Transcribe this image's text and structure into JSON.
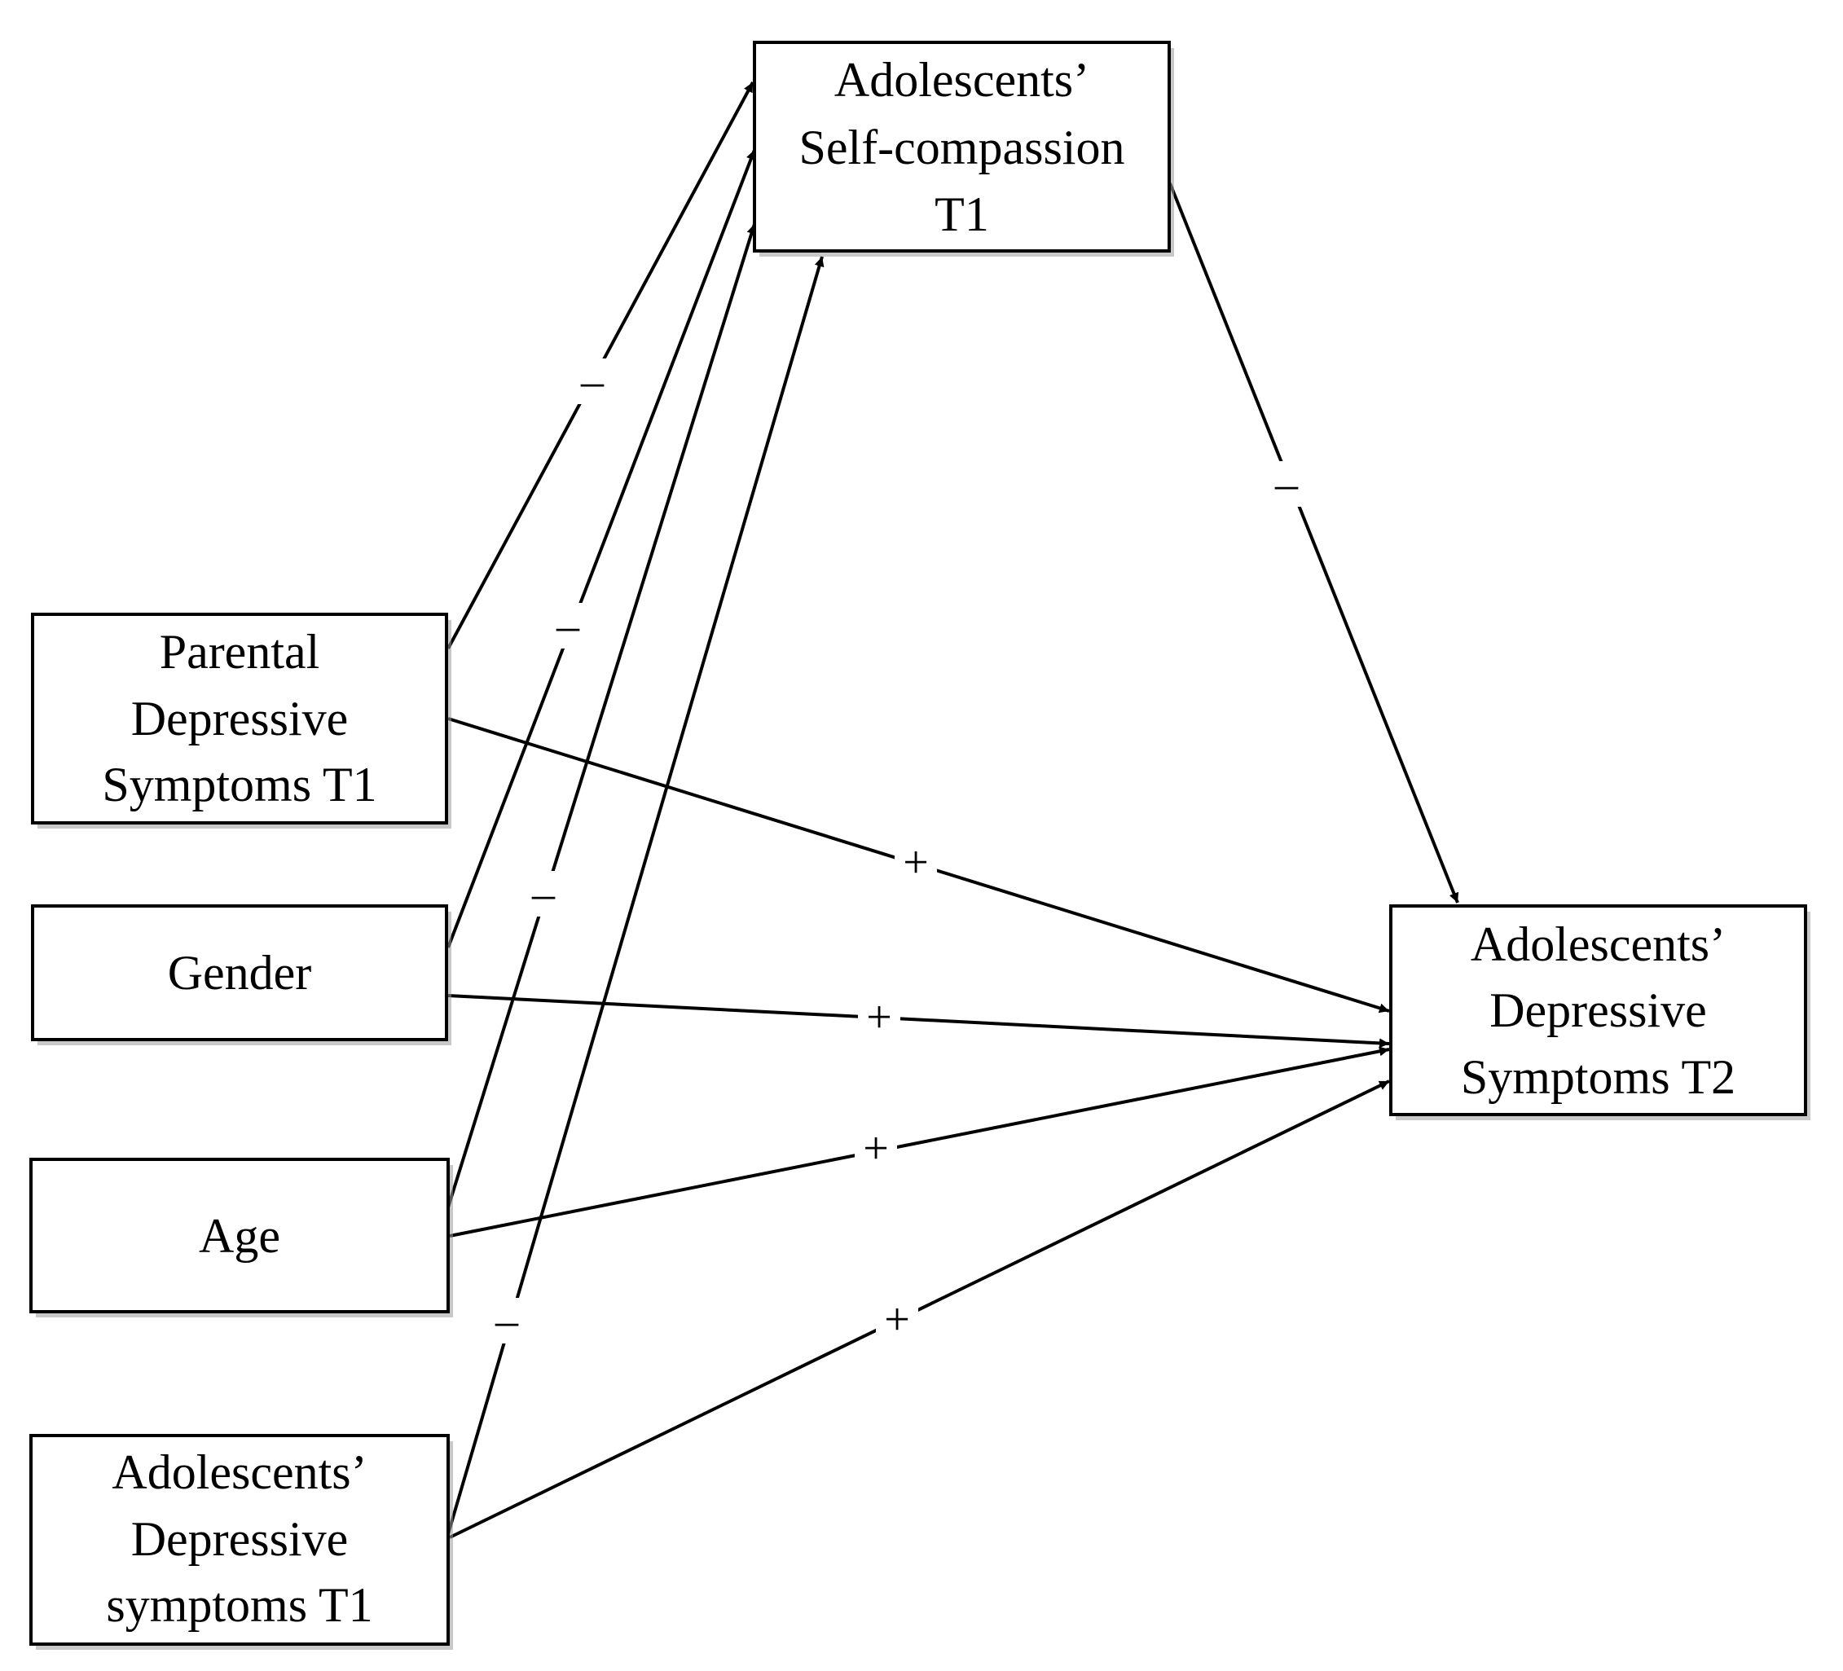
{
  "nodes": [
    {
      "id": "self-compassion-t1",
      "lines": [
        "Adolescents’",
        "Self-compassion",
        "T1"
      ]
    },
    {
      "id": "parental-depressive-t1",
      "lines": [
        "Parental",
        "Depressive",
        "Symptoms T1"
      ]
    },
    {
      "id": "gender",
      "lines": [
        "Gender"
      ]
    },
    {
      "id": "age",
      "lines": [
        "Age"
      ]
    },
    {
      "id": "adolescent-depressive-t1",
      "lines": [
        "Adolescents’",
        "Depressive",
        "symptoms T1"
      ]
    },
    {
      "id": "adolescent-depressive-t2",
      "lines": [
        "Adolescents’",
        "Depressive",
        "Symptoms T2"
      ]
    }
  ],
  "edges": [
    {
      "from": "parental-depressive-t1",
      "to": "self-compassion-t1",
      "sign": "–"
    },
    {
      "from": "gender",
      "to": "self-compassion-t1",
      "sign": "–"
    },
    {
      "from": "age",
      "to": "self-compassion-t1",
      "sign": "–"
    },
    {
      "from": "adolescent-depressive-t1",
      "to": "self-compassion-t1",
      "sign": "–"
    },
    {
      "from": "self-compassion-t1",
      "to": "adolescent-depressive-t2",
      "sign": "–"
    },
    {
      "from": "parental-depressive-t1",
      "to": "adolescent-depressive-t2",
      "sign": "+"
    },
    {
      "from": "gender",
      "to": "adolescent-depressive-t2",
      "sign": "+"
    },
    {
      "from": "age",
      "to": "adolescent-depressive-t2",
      "sign": "+"
    },
    {
      "from": "adolescent-depressive-t1",
      "to": "adolescent-depressive-t2",
      "sign": "+"
    }
  ],
  "colors": {
    "stroke": "#000000",
    "background": "#ffffff",
    "shadow": "#9a9a9a"
  }
}
